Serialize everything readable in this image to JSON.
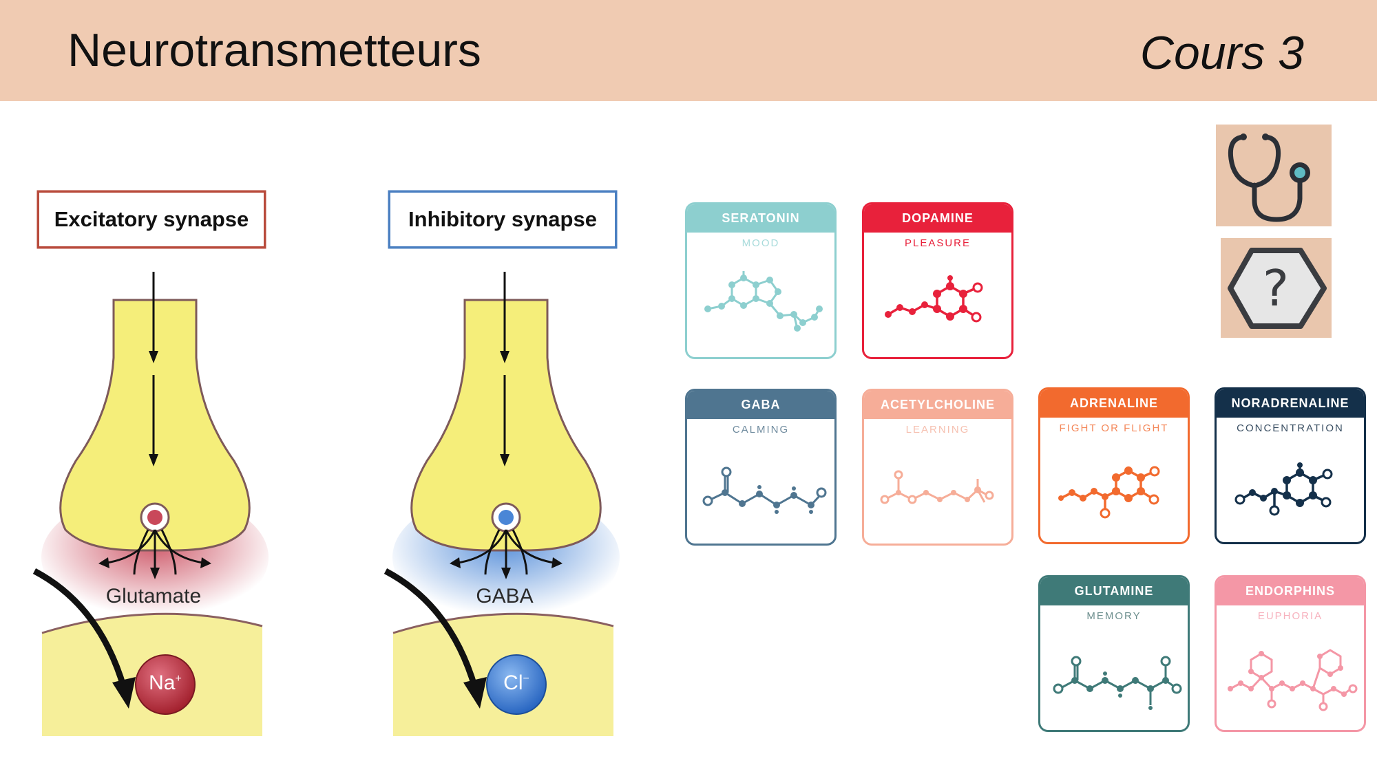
{
  "header": {
    "title": "Neurotransmetteurs",
    "course": "Cours 3",
    "background": "#f0cbb2"
  },
  "synapses": [
    {
      "label": "Excitatory synapse",
      "chemical": "Glutamate",
      "ion": "Na",
      "ion_charge": "+",
      "frame_color": "#b84a3b",
      "vesicle_color": "#c9485a",
      "ion_color": "#b5323f"
    },
    {
      "label": "Inhibitory synapse",
      "chemical": "GABA",
      "ion": "Cl",
      "ion_charge": "−",
      "frame_color": "#4a7fc1",
      "vesicle_color": "#4a86d6",
      "ion_color": "#3d7fd6"
    }
  ],
  "cards": [
    {
      "name": "SERATONIN",
      "subtitle": "MOOD",
      "color": "#8dcfcf",
      "sub_color": "#a8dbdb"
    },
    {
      "name": "DOPAMINE",
      "subtitle": "PLEASURE",
      "color": "#e8213b",
      "sub_color": "#e8213b"
    },
    {
      "name": "GABA",
      "subtitle": "CALMING",
      "color": "#4f7590",
      "sub_color": "#6f8b9e"
    },
    {
      "name": "ACETYLCHOLINE",
      "subtitle": "LEARNING",
      "color": "#f6ad98",
      "sub_color": "#f6c0b0"
    },
    {
      "name": "ADRENALINE",
      "subtitle": "FIGHT OR FLIGHT",
      "color": "#f26a2e",
      "sub_color": "#f4885a"
    },
    {
      "name": "NORADRENALINE",
      "subtitle": "CONCENTRATION",
      "color": "#14304a",
      "sub_color": "#3a4f63"
    },
    {
      "name": "GLUTAMINE",
      "subtitle": "MEMORY",
      "color": "#3f7a78",
      "sub_color": "#6d8f8e"
    },
    {
      "name": "ENDORPHINS",
      "subtitle": "EUPHORIA",
      "color": "#f497a6",
      "sub_color": "#f7b1bd"
    }
  ],
  "icons": {
    "stethoscope": "stethoscope-icon",
    "question": "question-hexagon-icon",
    "question_glyph": "?",
    "box_color": "#e9c6ad"
  }
}
